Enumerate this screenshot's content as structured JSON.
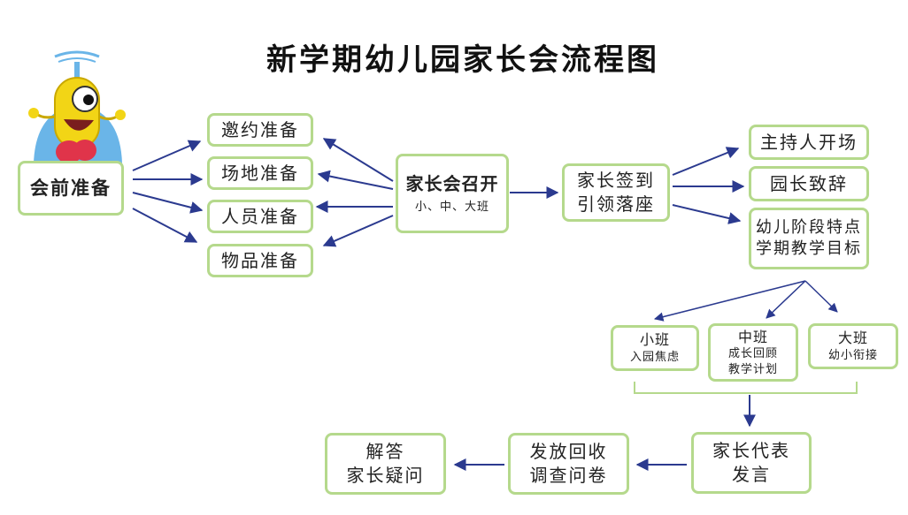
{
  "title": "新学期幼儿园家长会流程图",
  "nodes": {
    "pre_meeting": "会前准备",
    "invite_prep": "邀约准备",
    "venue_prep": "场地准备",
    "staff_prep": "人员准备",
    "supplies_prep": "物品准备",
    "meeting": {
      "title": "家长会召开",
      "sub": "小、中、大班"
    },
    "checkin": {
      "line1": "家长签到",
      "line2": "引领落座"
    },
    "host_open": "主持人开场",
    "director_speech": "园长致辞",
    "traits": {
      "line1": "幼儿阶段特点",
      "line2": "学期教学目标"
    },
    "small_class": {
      "title": "小班",
      "sub": "入园焦虑"
    },
    "middle_class": {
      "title": "中班",
      "sub1": "成长回顾",
      "sub2": "教学计划"
    },
    "big_class": {
      "title": "大班",
      "sub": "幼小衔接"
    },
    "parent_rep": {
      "line1": "家长代表",
      "line2": "发言"
    },
    "survey": {
      "line1": "发放回收",
      "line2": "调查问卷"
    },
    "qa": {
      "line1": "解答",
      "line2": "家长疑问"
    }
  },
  "colors": {
    "box_border": "#b5d98c",
    "arrow": "#2b3a8f",
    "mascot_body": "#f2d516",
    "mascot_dome": "#6ab5e8",
    "mascot_glove": "#e0344a"
  },
  "icons": {
    "mascot": "cartoon-robot-mascot-icon"
  }
}
